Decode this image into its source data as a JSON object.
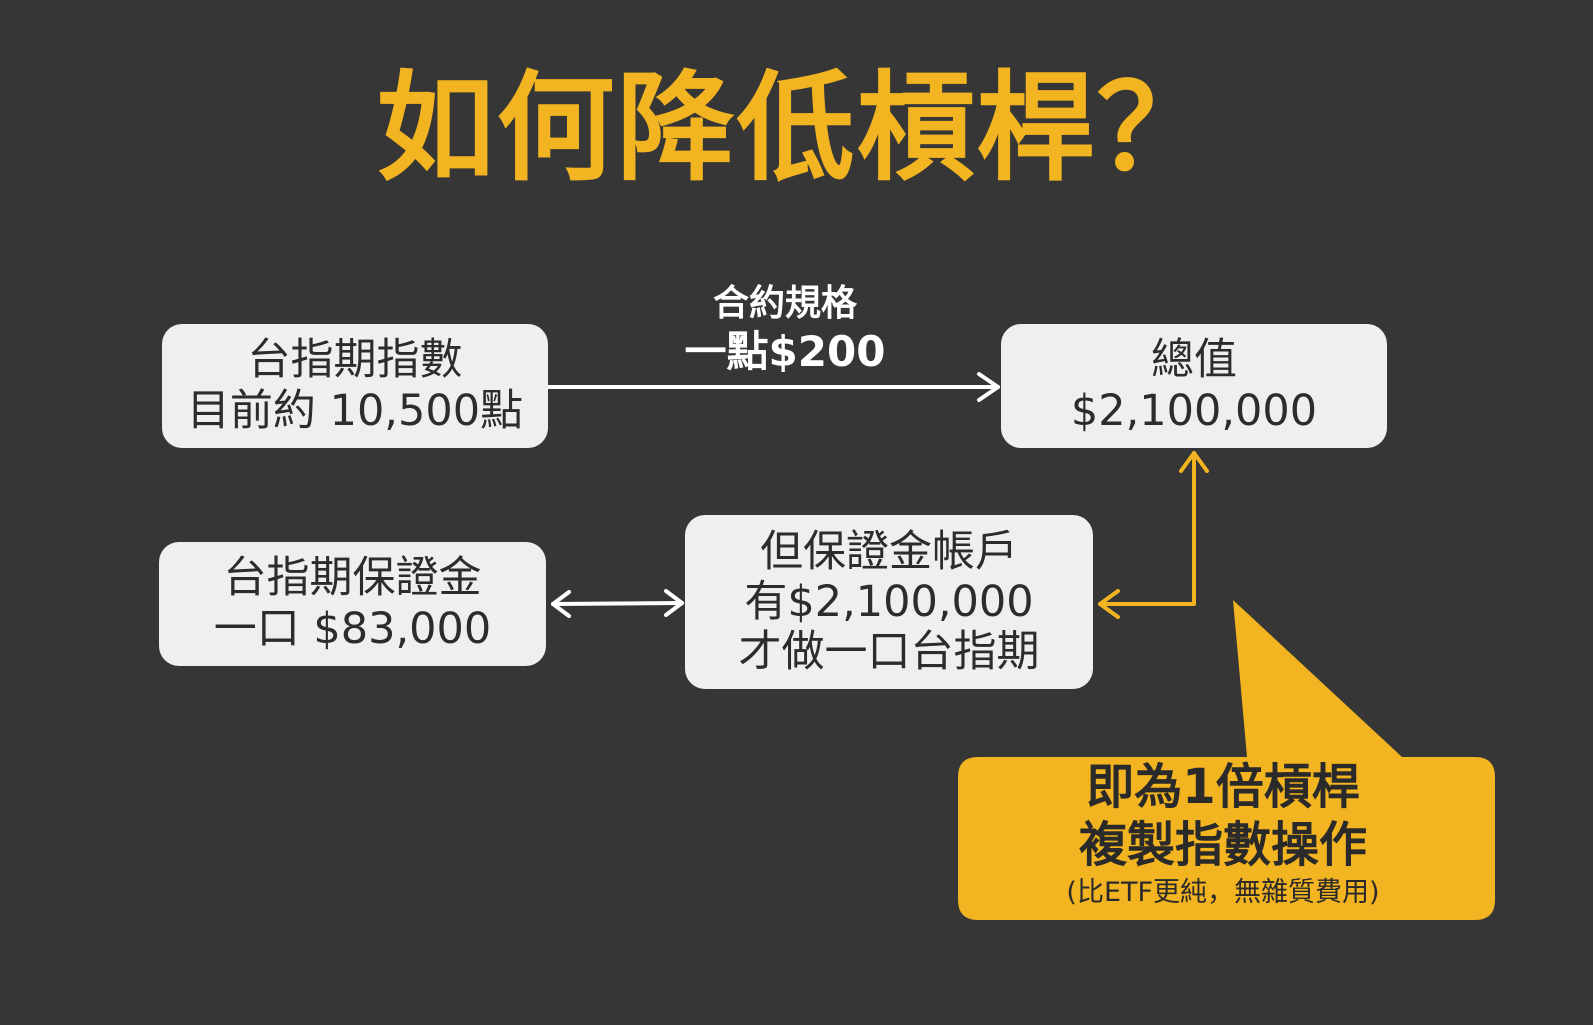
{
  "title": "如何降低槓桿？",
  "boxes": {
    "index": {
      "line1": "台指期指數",
      "line2": "目前約 10,500點"
    },
    "total": {
      "line1": "總值",
      "line2": "$2,100,000"
    },
    "margin": {
      "line1": "台指期保證金",
      "line2": "一口 $83,000"
    },
    "account": {
      "line1": "但保證金帳戶",
      "line2": "有$2,100,000",
      "line3": "才做一口台指期"
    }
  },
  "contract_spec": {
    "line1": "合約規格",
    "line2": "一點$200"
  },
  "callout": {
    "line1": "即為1倍槓桿",
    "line2": "複製指數操作",
    "line3": "(比ETF更純，無雜質費用)"
  },
  "colors": {
    "background": "#363636",
    "accent": "#f2b420",
    "box_fill": "#efefef",
    "arrow_white": "#ffffff"
  }
}
